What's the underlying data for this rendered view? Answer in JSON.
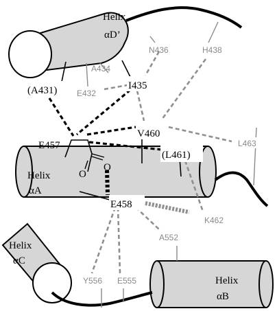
{
  "helices": {
    "dprime": {
      "line1": "Helix",
      "line2": "αD’"
    },
    "a": {
      "line1": "Helix",
      "line2": "αA"
    },
    "c": {
      "line1": "Helix",
      "line2": "αC"
    },
    "b": {
      "line1": "Helix",
      "line2": "αB"
    }
  },
  "residues_primary": {
    "a431": "(A431)",
    "i435": "I435",
    "e457": "E457",
    "v460": "V460",
    "l461": "(L461)",
    "e458": "E458"
  },
  "residues_secondary": {
    "a434": "A434",
    "n436": "N436",
    "h438": "H438",
    "e432": "E432",
    "l463": "L463",
    "k462": "K462",
    "a552": "A552",
    "y556": "Y556",
    "e555": "E555"
  },
  "carboxylate": {
    "oxygen1": "O",
    "oxygen2": "O"
  },
  "colors": {
    "helix_fill": "#d6d6d6",
    "outline": "#000000",
    "secondary_text": "#8a8a8a",
    "gray_dash": "#8f8f8f"
  }
}
